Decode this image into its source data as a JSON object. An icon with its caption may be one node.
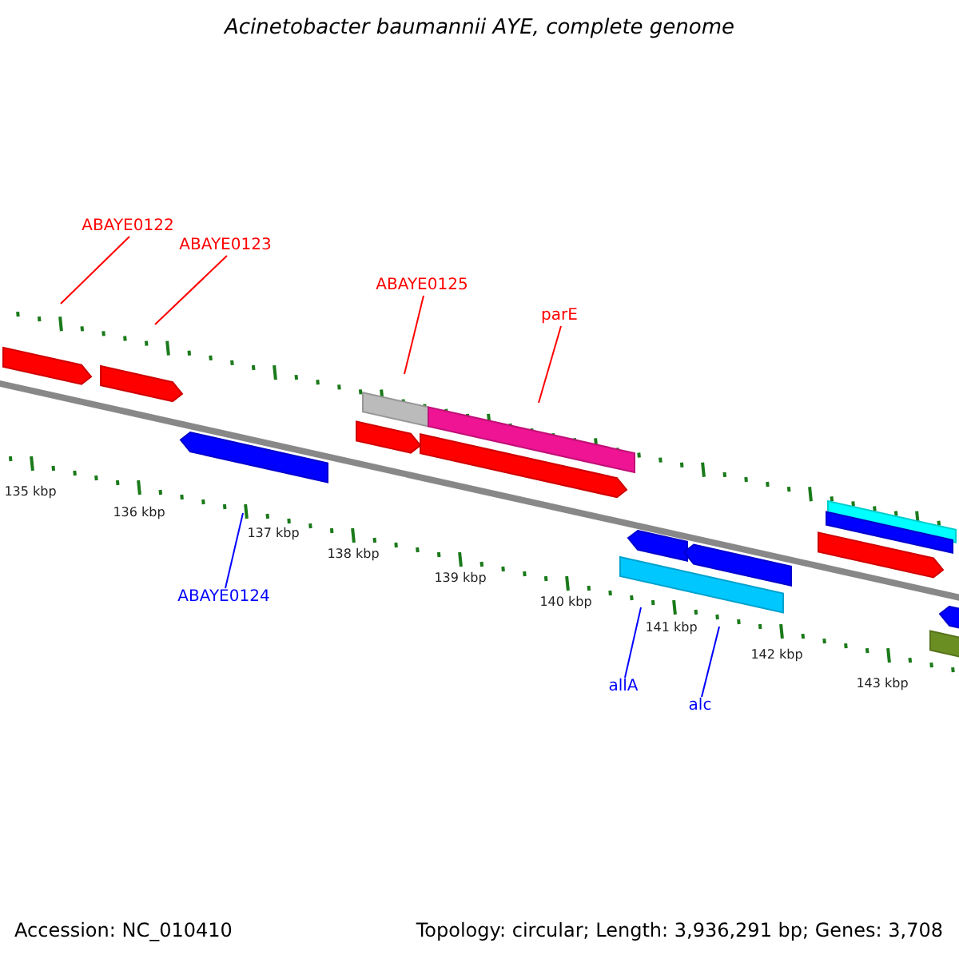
{
  "diagram": {
    "title": "Acinetobacter baumannii AYE, complete genome",
    "nodes": [
      {
        "text": [
          "ABAYE0122"
        ]
      },
      {
        "text": [
          "ABAYE0123"
        ]
      },
      {
        "text": [
          "ABAYE0125"
        ]
      },
      {
        "text": [
          "parE"
        ]
      },
      {
        "text": [
          "ABAYE0124"
        ]
      },
      {
        "text": [
          "allA"
        ]
      },
      {
        "text": [
          "alc"
        ]
      }
    ],
    "edges": [
      {
        "from": 0,
        "to": null,
        "arrow": "none"
      },
      {
        "from": 1,
        "to": null,
        "arrow": "none"
      },
      {
        "from": 2,
        "to": null,
        "arrow": "none"
      },
      {
        "from": 3,
        "to": null,
        "arrow": "none"
      },
      {
        "from": 4,
        "to": null,
        "arrow": "none",
        "color": "#0000ff"
      },
      {
        "from": 5,
        "to": null,
        "arrow": "none",
        "color": "#0000ff"
      },
      {
        "from": 6,
        "to": null,
        "arrow": "none",
        "color": "#0000ff"
      }
    ],
    "labels": [
      "135 kbp",
      "136 kbp",
      "137 kbp",
      "138 kbp",
      "139 kbp",
      "140 kbp",
      "141 kbp",
      "142 kbp",
      "143 kbp",
      "Accession: NC_010410",
      "Topology: circular; Length: 3,936,291 bp; Genes: 3,708"
    ]
  }
}
